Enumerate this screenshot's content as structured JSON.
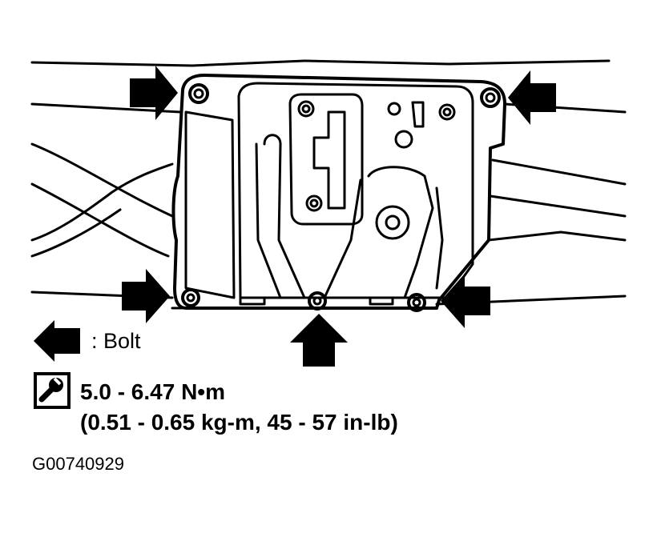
{
  "legend": {
    "label": ": Bolt"
  },
  "torque": {
    "metric": "5.0 - 6.47 N•m",
    "imperial": "(0.51 - 0.65 kg-m, 45 - 57 in-lb)"
  },
  "figure_id": "G00740929",
  "icons": {
    "arrow": "arrow-icon",
    "torque": "torque-wrench-icon"
  }
}
